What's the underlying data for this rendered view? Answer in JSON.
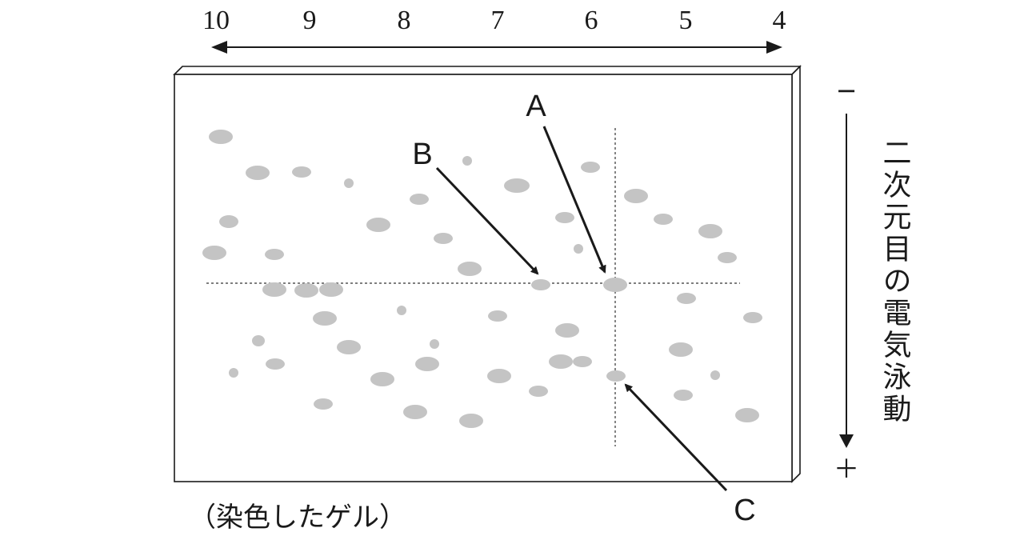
{
  "ph_axis": {
    "ticks": [
      "10",
      "9",
      "8",
      "7",
      "6",
      "5",
      "4"
    ]
  },
  "electrophoresis": {
    "minus": "−",
    "plus": "＋",
    "label": "二次元目の電気泳動"
  },
  "pointers": {
    "a": "A",
    "b": "B",
    "c": "C"
  },
  "caption": "（染色したゲル）",
  "colors": {
    "spot": "#c4c4c4",
    "line": "#1a1a1a",
    "gel_fill": "#ffffff"
  }
}
